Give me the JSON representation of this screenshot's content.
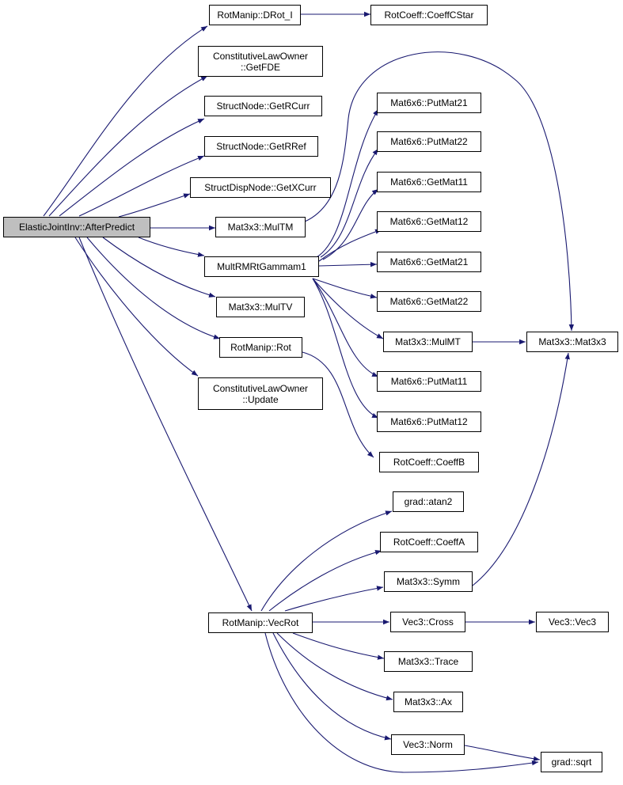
{
  "colors": {
    "edge": "#191970",
    "root_fill": "#bfbfbf",
    "node_fill": "#ffffff",
    "border": "#000000"
  },
  "nodes": {
    "root": "ElasticJointInv::AfterPredict",
    "drot": "RotManip::DRot_I",
    "coeffcstar": "RotCoeff::CoeffCStar",
    "getfde": [
      "ConstitutiveLawOwner",
      "::GetFDE"
    ],
    "getrcurr": "StructNode::GetRCurr",
    "getrref": "StructNode::GetRRef",
    "getxcurr": "StructDispNode::GetXCurr",
    "multm": "Mat3x3::MulTM",
    "multrmrt": "MultRMRtGammam1",
    "multv": "Mat3x3::MulTV",
    "rot": "RotManip::Rot",
    "update": [
      "ConstitutiveLawOwner",
      "::Update"
    ],
    "vecrot": "RotManip::VecRot",
    "putmat21": "Mat6x6::PutMat21",
    "putmat22": "Mat6x6::PutMat22",
    "getmat11": "Mat6x6::GetMat11",
    "getmat12": "Mat6x6::GetMat12",
    "getmat21": "Mat6x6::GetMat21",
    "getmat22": "Mat6x6::GetMat22",
    "mulmt": "Mat3x3::MulMT",
    "putmat11": "Mat6x6::PutMat11",
    "putmat12": "Mat6x6::PutMat12",
    "coeffb": "RotCoeff::CoeffB",
    "atan2": "grad::atan2",
    "coeffa": "RotCoeff::CoeffA",
    "symm": "Mat3x3::Symm",
    "cross": "Vec3::Cross",
    "trace": "Mat3x3::Trace",
    "ax": "Mat3x3::Ax",
    "norm": "Vec3::Norm",
    "mat3x3": "Mat3x3::Mat3x3",
    "vec3": "Vec3::Vec3",
    "sqrt": "grad::sqrt"
  }
}
